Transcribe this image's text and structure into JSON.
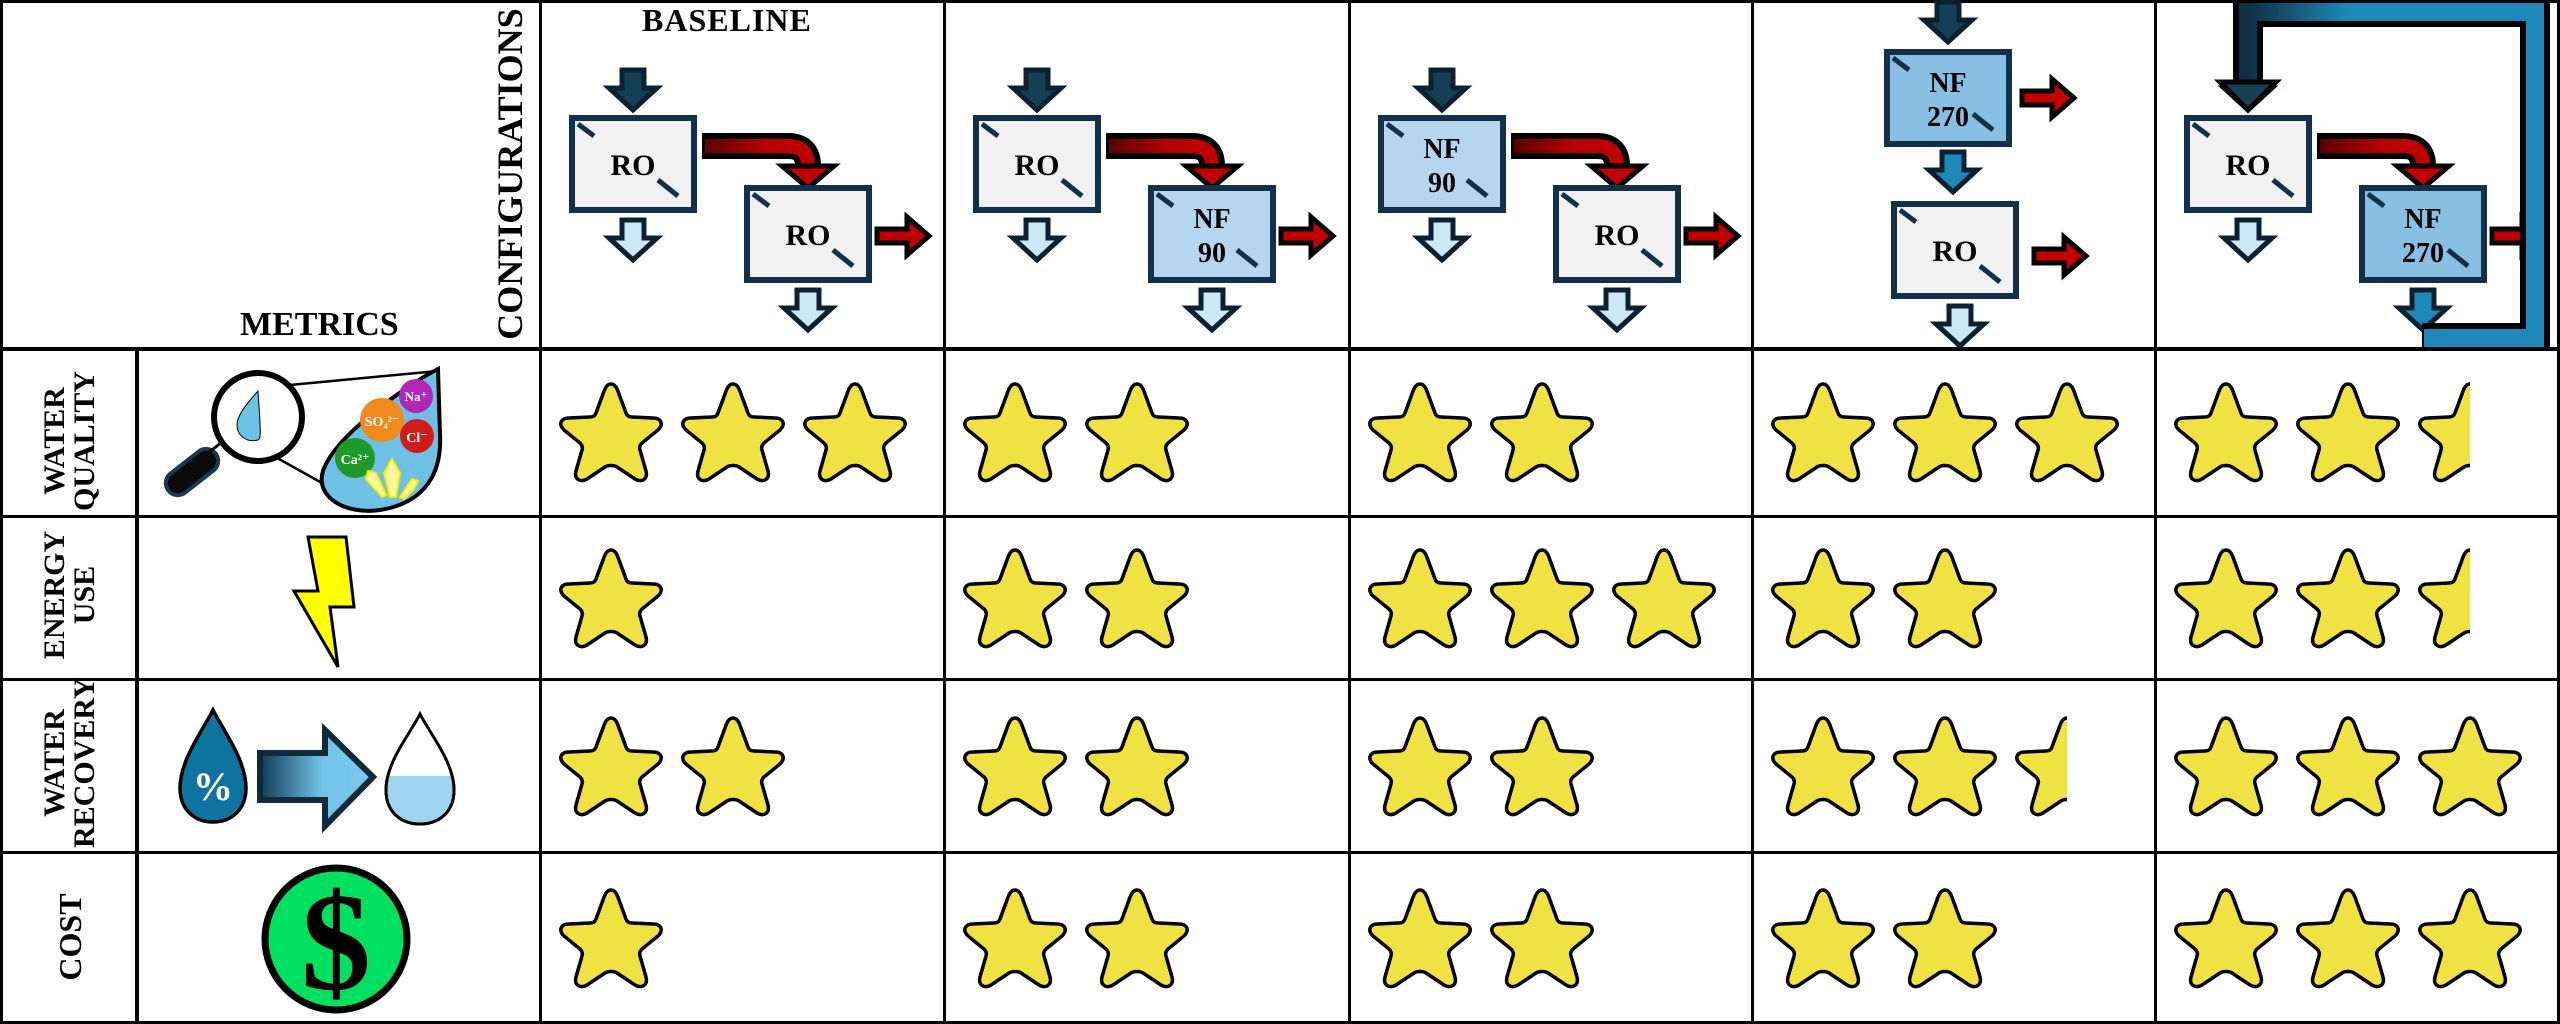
{
  "header": {
    "metrics_label": "METRICS",
    "configurations_label": "CONFIGURATIONS",
    "baseline_label": "BASELINE"
  },
  "configurations": [
    {
      "id": "config-1",
      "title": "BASELINE",
      "units": [
        {
          "name": "RO",
          "type": "RO"
        },
        {
          "name": "RO",
          "type": "RO"
        }
      ],
      "layout": "cascade",
      "recycle": false
    },
    {
      "id": "config-2",
      "title": "",
      "units": [
        {
          "name": "RO",
          "type": "RO"
        },
        {
          "name": "NF\n90",
          "line1": "NF",
          "line2": "90",
          "type": "NF90"
        }
      ],
      "layout": "cascade",
      "recycle": false
    },
    {
      "id": "config-3",
      "title": "",
      "units": [
        {
          "name": "NF\n90",
          "line1": "NF",
          "line2": "90",
          "type": "NF90"
        },
        {
          "name": "RO",
          "type": "RO"
        }
      ],
      "layout": "cascade",
      "recycle": false
    },
    {
      "id": "config-4",
      "title": "",
      "units": [
        {
          "name": "NF\n270",
          "line1": "NF",
          "line2": "270",
          "type": "NF270"
        },
        {
          "name": "RO",
          "type": "RO"
        }
      ],
      "layout": "vertical",
      "recycle": false
    },
    {
      "id": "config-5",
      "title": "",
      "units": [
        {
          "name": "RO",
          "type": "RO"
        },
        {
          "name": "NF\n270",
          "line1": "NF",
          "line2": "270",
          "type": "NF270"
        }
      ],
      "layout": "cascade",
      "recycle": true
    }
  ],
  "unit_labels": {
    "ro": "RO",
    "nf": "NF",
    "nf90_num": "90",
    "nf270_num": "270"
  },
  "metrics": [
    {
      "id": "water-quality",
      "label_line1": "WATER",
      "label_line2": "QUALITY",
      "icon": "magnifier-water-drop-ions-icon",
      "ions": [
        "Na+",
        "SO4 2-",
        "Cl-",
        "Ca2+"
      ]
    },
    {
      "id": "energy-use",
      "label_line1": "ENERGY",
      "label_line2": "USE",
      "icon": "lightning-bolt-icon"
    },
    {
      "id": "water-recovery",
      "label_line1": "WATER",
      "label_line2": "RECOVERY",
      "icon": "water-drop-percent-arrow-icon",
      "percent_symbol": "%"
    },
    {
      "id": "cost",
      "label_line1": "COST",
      "label_line2": "",
      "icon": "dollar-coin-icon",
      "dollar_symbol": "$"
    }
  ],
  "ratings": {
    "max_stars": 3,
    "rows": [
      {
        "metric": "WATER QUALITY",
        "values": [
          3,
          2,
          2,
          3,
          2.5
        ]
      },
      {
        "metric": "ENERGY USE",
        "values": [
          1,
          2,
          3,
          2,
          2.5
        ]
      },
      {
        "metric": "WATER RECOVERY",
        "values": [
          2,
          2,
          2,
          2.5,
          3
        ]
      },
      {
        "metric": "COST",
        "values": [
          1,
          2,
          2,
          2,
          3
        ]
      }
    ]
  },
  "colors": {
    "star_fill": "#f1e244",
    "star_stroke": "#000000",
    "ro_fill": "#f1f1f1",
    "nf90_fill": "#b5d6ee",
    "nf270_fill": "#88bfe2",
    "unit_border": "#12304a",
    "feed_arrow": "#163f55",
    "permeate_arrow": "#cce8f6",
    "concentrate_arrow": "#b40000",
    "recycle_pipe": "#1e88b8",
    "dollar_green": "#00e060",
    "bolt_yellow": "#ffff00"
  }
}
